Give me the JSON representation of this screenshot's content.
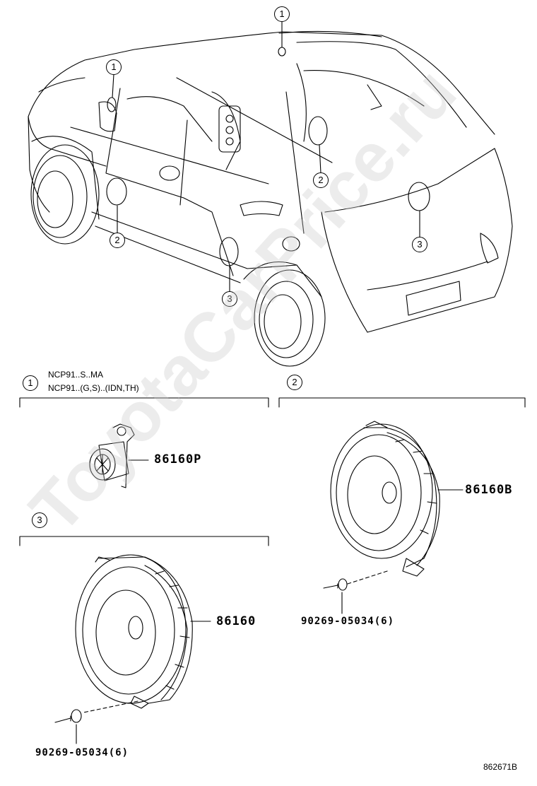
{
  "callouts": {
    "c1": "1",
    "c2": "2",
    "c3": "3"
  },
  "groups": {
    "g1_notes": [
      "NCP91..S..MA",
      "NCP91..(G,S)..(IDN,TH)"
    ]
  },
  "parts": {
    "tweeter": "86160P",
    "front_speaker": "86160B",
    "rear_speaker": "86160",
    "screw_front": "90269-05034(6)",
    "screw_rear": "90269-05034(6)"
  },
  "watermark": "ToyotaCarPrice.ru",
  "figure_number": "862671B"
}
